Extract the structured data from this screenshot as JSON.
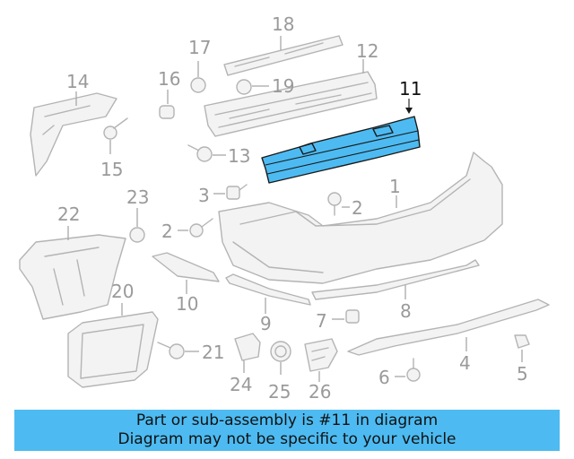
{
  "highlighted_part": "11",
  "callouts": {
    "c1": "1",
    "c2": "2",
    "c2b": "2",
    "c3": "3",
    "c4": "4",
    "c5": "5",
    "c6": "6",
    "c7": "7",
    "c8": "8",
    "c9": "9",
    "c10": "10",
    "c11": "11",
    "c12": "12",
    "c13": "13",
    "c14": "14",
    "c15": "15",
    "c16": "16",
    "c17": "17",
    "c18": "18",
    "c19": "19",
    "c20": "20",
    "c21": "21",
    "c22": "22",
    "c23": "23",
    "c24": "24",
    "c25": "25",
    "c26": "26"
  },
  "banner": {
    "line1": "Part or sub-assembly is #11 in diagram",
    "line2": "Diagram may not be specific to your vehicle"
  },
  "colors": {
    "highlight": "#4dbbf2",
    "banner": "#4dbbf2",
    "line": "#b4b4b4"
  }
}
